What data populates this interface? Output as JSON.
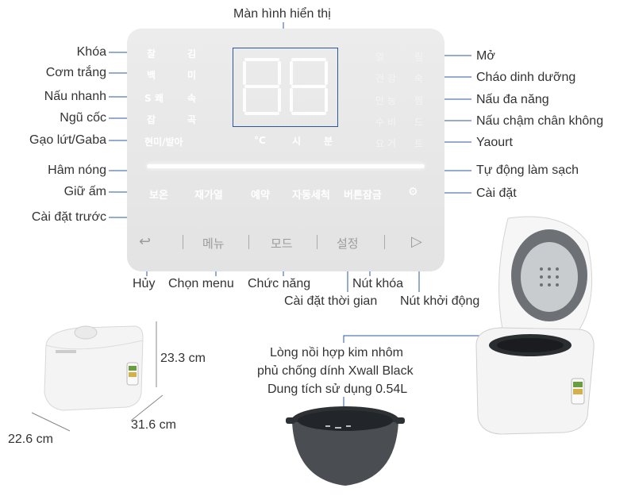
{
  "labels": {
    "display_screen": "Màn hình hiển thị",
    "lock": "Khóa",
    "white_rice": "Cơm trắng",
    "quick_cook": "Nấu nhanh",
    "grains": "Ngũ cốc",
    "brown_rice": "Gạo lứt/Gaba",
    "open": "Mở",
    "nutritious_porridge": "Cháo dinh dưỡng",
    "multi_cook": "Nấu đa năng",
    "vacuum_slow_cook": "Nấu chậm chân không",
    "yogurt": "Yaourt",
    "reheat": "Hâm nóng",
    "keep_warm": "Giữ ấm",
    "preset": "Cài đặt trước",
    "auto_clean": "Tự động làm sạch",
    "settings": "Cài đặt",
    "cancel": "Hủy",
    "menu_select": "Chọn menu",
    "function": "Chức năng",
    "time_setting": "Cài đặt thời gian",
    "lock_button": "Nút khóa",
    "start_button": "Nút khởi động"
  },
  "panel": {
    "left_col": [
      "찰",
      "백",
      "S 쾌",
      "잡",
      "현미/발아"
    ],
    "left_col2": [
      "김",
      "미",
      "속",
      "곡",
      ""
    ],
    "right_col": [
      "열",
      "건 강",
      "만 능",
      "수 비",
      "요 거"
    ],
    "right_col2": [
      "림",
      "숙",
      "찜",
      "드",
      "트"
    ],
    "temp_unit": "°C",
    "hour": "시",
    "minute": "분",
    "buttons": [
      "보온",
      "재가열",
      "예약",
      "자동세척",
      "버튼잠금"
    ],
    "bottom": [
      "메뉴",
      "모드",
      "설정"
    ],
    "digits": "88"
  },
  "specs": {
    "height": "23.3 cm",
    "depth": "31.6 cm",
    "width": "22.6 cm"
  },
  "inner_pot": {
    "line1": "Lòng nồi hợp kim nhôm",
    "line2": "phủ chống dính Xwall Black",
    "line3": "Dung tích sử dụng 0.54L"
  },
  "colors": {
    "accent_line": "#2b57a0",
    "panel_bg": "#e6e6e6",
    "pot_dark": "#3a3d40"
  }
}
